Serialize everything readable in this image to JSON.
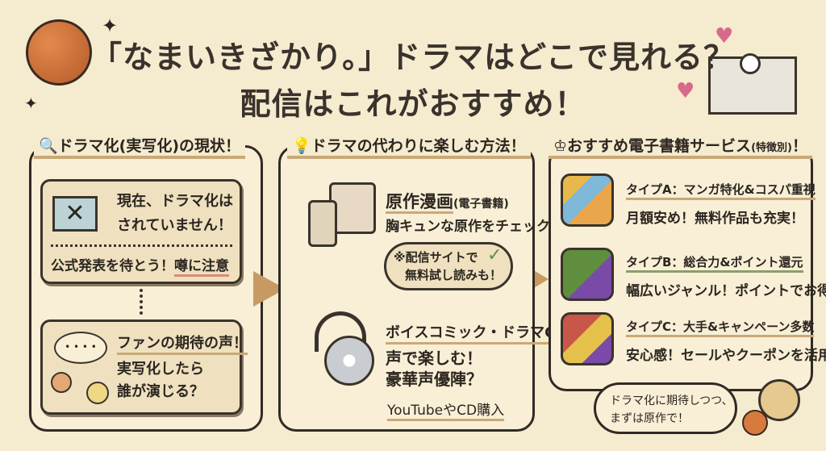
{
  "title": {
    "line1": "「なまいきざかり。」ドラマはどこで見れる？",
    "line2": "配信はこれがおすすめ！"
  },
  "colors": {
    "background": "#f5ebcf",
    "accent": "#c9a978",
    "typeA": "#e9b84a",
    "typeB": "#5f8e3e",
    "typeC": "#c8574a"
  },
  "left": {
    "heading": "ドラマ化(実写化)の現状！",
    "card1": {
      "icon": "tv-x-icon",
      "line1": "現在、ドラマ化は",
      "line2": "されていません！",
      "note": "公式発表を待とう！",
      "warning": "噂に注意"
    },
    "card2": {
      "icon": "speech-cloud-icon",
      "title": "ファンの期待の声！",
      "line1": "実写化したら",
      "line2": "誰が演じる？"
    }
  },
  "middle": {
    "heading": "ドラマの代わりに楽しむ方法！",
    "item1": {
      "icon": "tablet-phone-icon",
      "title": "原作漫画",
      "title_sub": "(電子書籍)",
      "desc": "胸キュンな原作をチェック！",
      "bubble_line1": "※配信サイトで",
      "bubble_line2": "無料試し読みも！"
    },
    "item2": {
      "icon": "headphones-cd-icon",
      "title": "ボイスコミック・ドラマCD",
      "line1": "声で楽しむ！",
      "line2": "豪華声優陣？",
      "note": "YouTubeやCD購入"
    }
  },
  "right": {
    "heading": "おすすめ電子書籍サービス",
    "heading_sub": "(特徴別)",
    "heading_end": "！",
    "types": [
      {
        "icon": "book-coin-icon",
        "title": "タイプA：マンガ特化&コスパ重視",
        "desc": "月額安め！無料作品も充実！"
      },
      {
        "icon": "shopping-cart-icon",
        "title": "タイプB：総合力&ポイント還元",
        "desc": "幅広いジャンル！ポイントでお得"
      },
      {
        "icon": "award-ribbon-icon",
        "title": "タイプC：大手&キャンペーン多数",
        "desc": "安心感！セールやクーポンを活用"
      }
    ],
    "speech_line1": "ドラマ化に期待しつつ、",
    "speech_line2": "まずは原作で！"
  }
}
